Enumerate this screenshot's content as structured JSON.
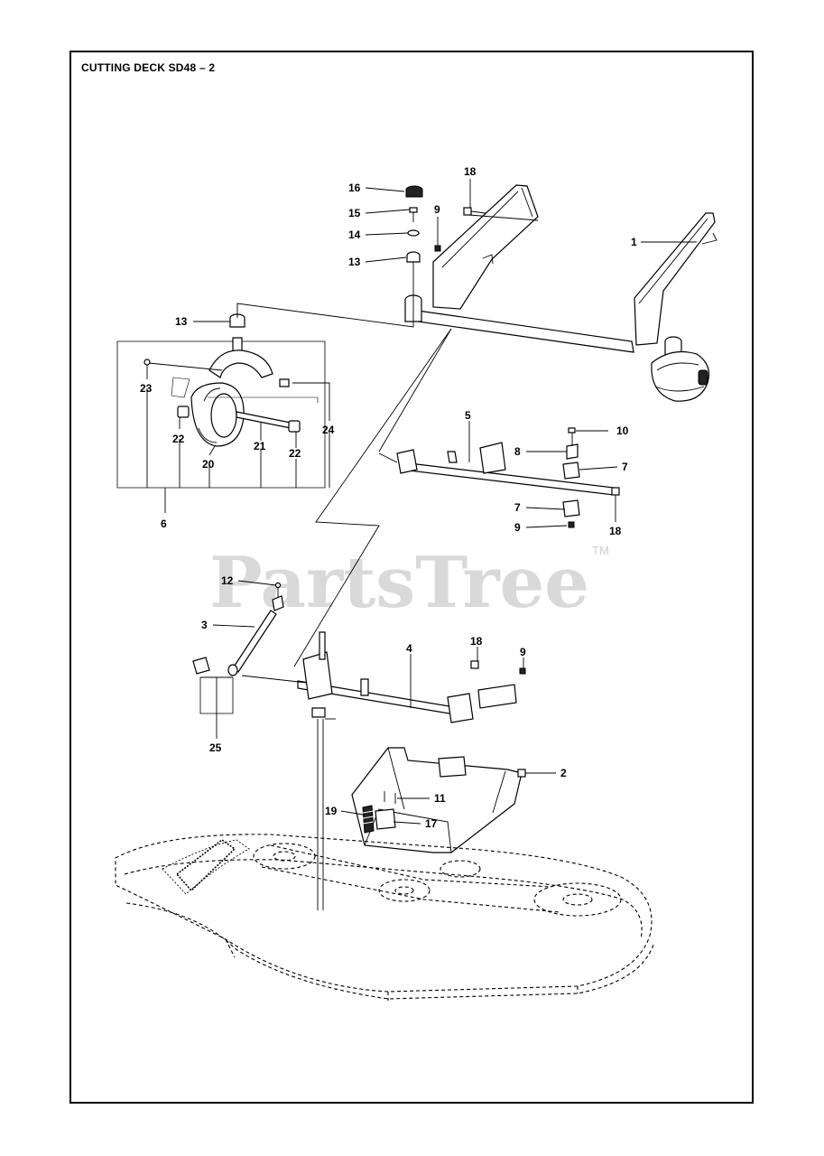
{
  "title": "CUTTING DECK SD48 – 2",
  "watermark": {
    "text": "PartsTree",
    "trademark": "TM"
  },
  "callouts": [
    {
      "id": "c16",
      "text": "16"
    },
    {
      "id": "c18a",
      "text": "18"
    },
    {
      "id": "c15",
      "text": "15"
    },
    {
      "id": "c9a",
      "text": "9"
    },
    {
      "id": "c14",
      "text": "14"
    },
    {
      "id": "c1",
      "text": "1"
    },
    {
      "id": "c13a",
      "text": "13"
    },
    {
      "id": "c13b",
      "text": "13"
    },
    {
      "id": "c23",
      "text": "23"
    },
    {
      "id": "c24",
      "text": "24"
    },
    {
      "id": "c5",
      "text": "5"
    },
    {
      "id": "c10",
      "text": "10"
    },
    {
      "id": "c22a",
      "text": "22"
    },
    {
      "id": "c21",
      "text": "21"
    },
    {
      "id": "c22b",
      "text": "22"
    },
    {
      "id": "c8",
      "text": "8"
    },
    {
      "id": "c20",
      "text": "20"
    },
    {
      "id": "c7a",
      "text": "7"
    },
    {
      "id": "c7b",
      "text": "7"
    },
    {
      "id": "c6",
      "text": "6"
    },
    {
      "id": "c9b",
      "text": "9"
    },
    {
      "id": "c18b",
      "text": "18"
    },
    {
      "id": "c12",
      "text": "12"
    },
    {
      "id": "c3",
      "text": "3"
    },
    {
      "id": "c4",
      "text": "4"
    },
    {
      "id": "c18c",
      "text": "18"
    },
    {
      "id": "c9c",
      "text": "9"
    },
    {
      "id": "c25",
      "text": "25"
    },
    {
      "id": "c2",
      "text": "2"
    },
    {
      "id": "c11",
      "text": "11"
    },
    {
      "id": "c19",
      "text": "19"
    },
    {
      "id": "c17",
      "text": "17"
    }
  ]
}
